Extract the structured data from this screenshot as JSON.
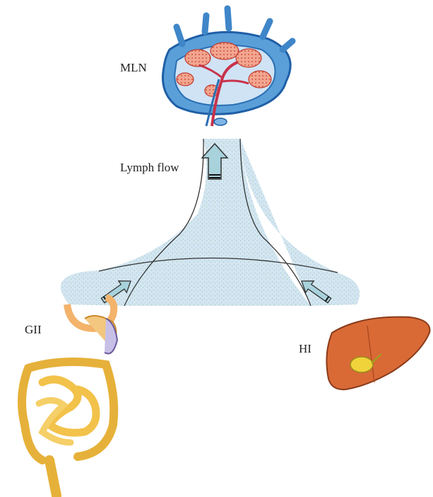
{
  "labels": {
    "mln": "MLN",
    "lymph_flow": "Lymph flow",
    "gii": "GII",
    "hi": "HI"
  },
  "colors": {
    "duct_fill": "#cfe3ef",
    "duct_edge": "#333333",
    "arrow_fill": "#a8d2dc",
    "node_capsule": "#3f86c9",
    "node_follicle": "#e8745a",
    "vessel": "#c8324a",
    "liver": "#d96a36",
    "gallbladder": "#f0d23a",
    "intestine": "#f2c24a",
    "stomach": "#f3b36b"
  },
  "icons": [
    "lymph-node-icon",
    "intestine-icon",
    "liver-icon",
    "arrow-icon"
  ]
}
